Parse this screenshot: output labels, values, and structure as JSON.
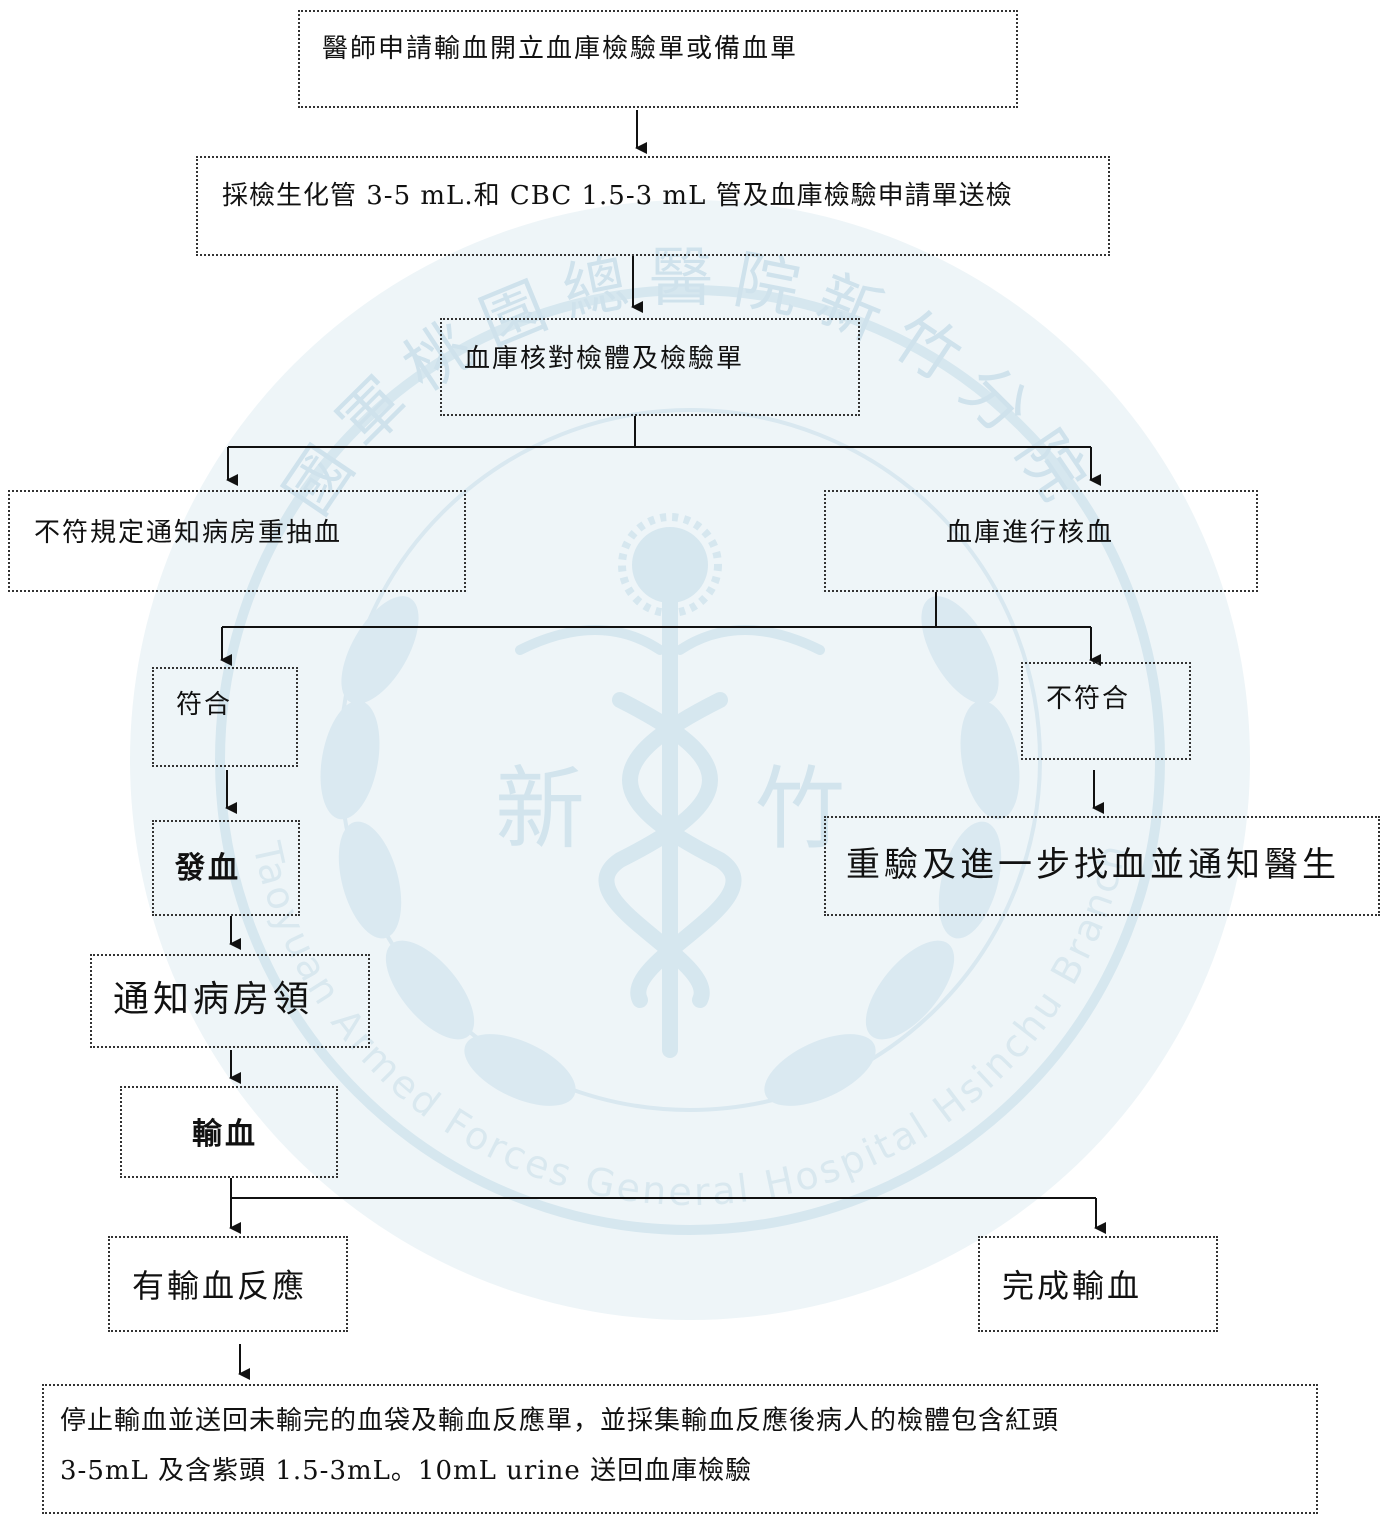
{
  "watermark": {
    "arc_top": "國軍桃園總醫院新竹分院",
    "arc_bottom": "Taoyuan Armed Forces General Hospital Hsinchu Branch",
    "center_left": "新",
    "center_right": "竹"
  },
  "nodes": {
    "apply": "醫師申請輸血開立血庫檢驗單或備血單",
    "sample": "採檢生化管 3-5 mL.和 CBC 1.5-3 mL 管及血庫檢驗申請單送檢",
    "verify": "血庫核對檢體及檢驗單",
    "redraw": "不符規定通知病房重抽血",
    "crossmatch": "血庫進行核血",
    "match": "符合",
    "mismatch": "不符合",
    "issue": "發血",
    "retest": "重驗及進一步找血並通知醫生",
    "notify": "通知病房領",
    "transfuse": "輸血",
    "reaction": "有輸血反應",
    "complete": "完成輸血",
    "stop_line1": "停止輸血並送回未輸完的血袋及輸血反應單，並採集輸血反應後病人的檢體包含紅頭",
    "stop_line2": "3-5mL 及含紫頭 1.5-3mL。10mL urine 送回血庫檢驗"
  }
}
